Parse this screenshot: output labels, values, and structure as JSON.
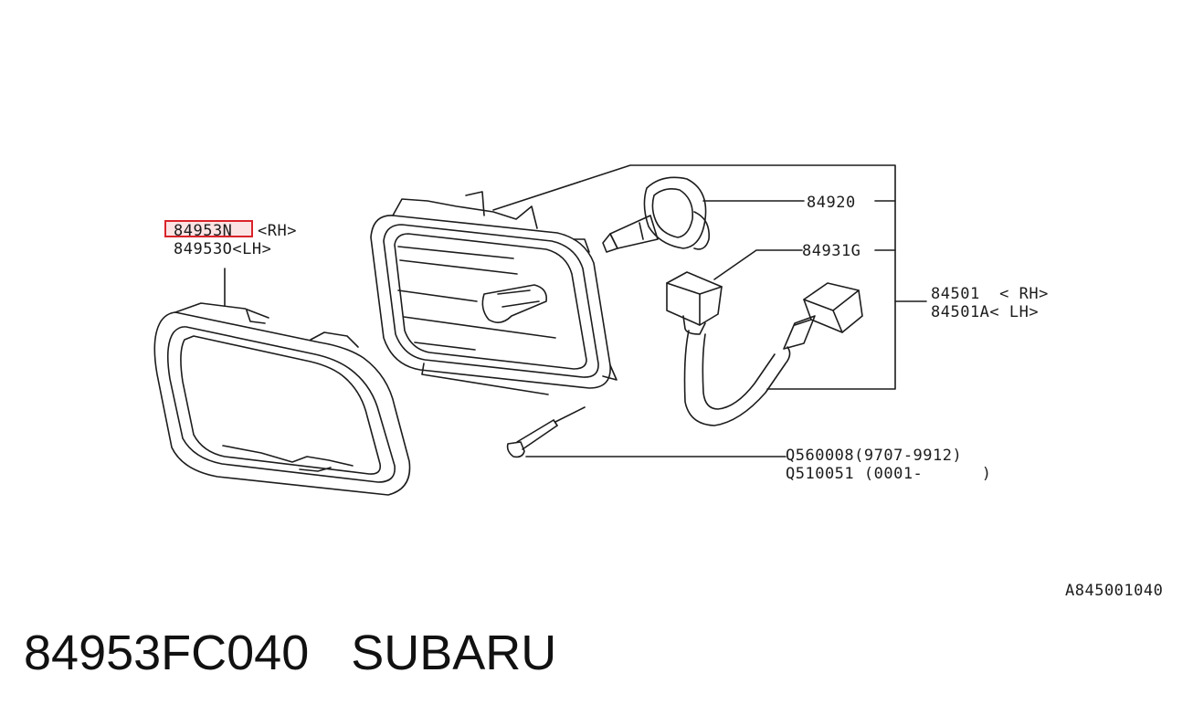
{
  "labels": {
    "highlight_part": "84953N",
    "highlight_suffix": "<RH>",
    "lh_trim": "84953O<LH>",
    "bulb": "84920",
    "socket": "84931G",
    "lamp_rh": "84501  < RH>",
    "lamp_lh": "84501A< LH>",
    "screw_1": "Q560008(9707-9912)",
    "screw_2": "Q510051 (0001-      )",
    "diagram_code": "A845001040"
  },
  "caption": {
    "part_number": "84953FC040",
    "brand": "SUBARU"
  },
  "colors": {
    "highlight_border": "#d9232a",
    "highlight_fill": "#fbe3e4",
    "line": "#1c1c1c"
  }
}
